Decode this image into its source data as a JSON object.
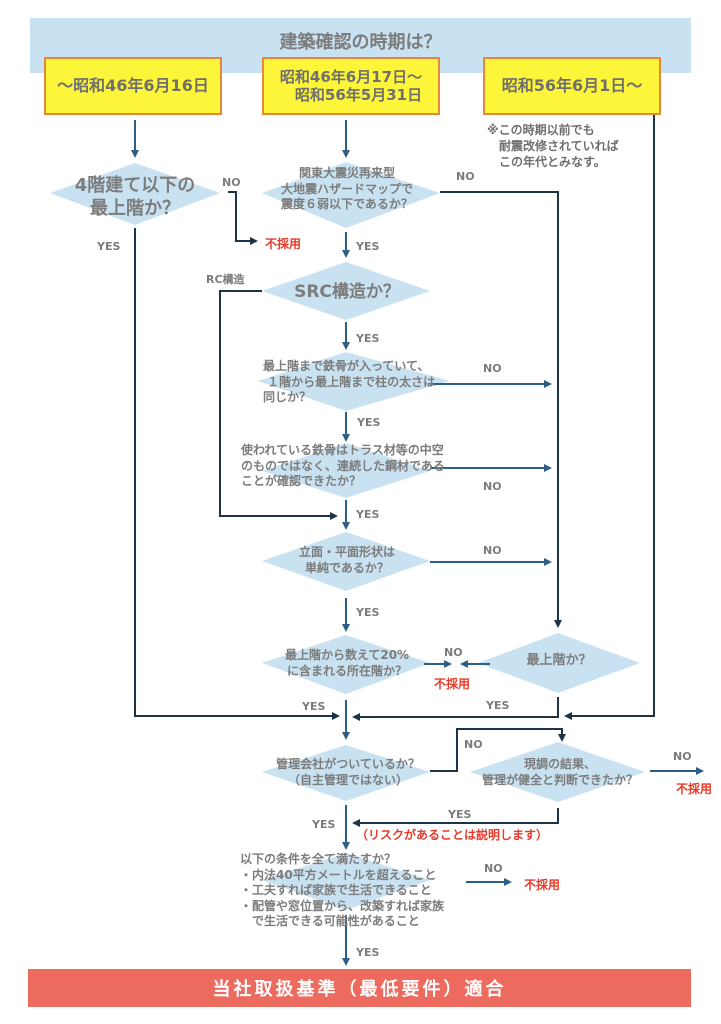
{
  "header": {
    "title": "建築確認の時期は？"
  },
  "eras": [
    {
      "label": "〜昭和46年6月16日"
    },
    {
      "label": "昭和46年6月17日〜\n　昭和56年5月31日"
    },
    {
      "label": "昭和56年6月1日〜"
    }
  ],
  "note": "※この時期以前でも\n　耐震改修されていれば\n　この年代とみなす。",
  "questions": {
    "q_floor4": "4階建て以下の\n最上階か？",
    "q_quake": "関東大震災再来型\n大地震ハザードマップで\n震度６弱以下であるか？",
    "q_src": "SRC構造か？",
    "q_steel_top": "最上階まで鉄骨が入っていて、\n １階から最上階まで柱の太さは\n同じか？",
    "q_steel_cont": "使われている鉄骨はトラス材等の中空\nのものではなく、連続した鋼材である\nことが確認できたか？",
    "q_shape": "立面・平面形状は\n単純であるか？",
    "q_top20": "最上階から数えて20%\nに含まれる所在階か？",
    "q_topfloor": "最上階か？",
    "q_mgmt": "管理会社がついているか？\n（自主管理ではない）",
    "q_survey": "現調の結果、\n管理が健全と判断できたか？",
    "q_conditions": "以下の条件を全て満たすか？\n・内法40平方メートルを超えること\n・工夫すれば家族で生活できること\n・配管や窓位置から、改築すれば家族\n　で生活できる可能性があること"
  },
  "labels": {
    "yes": "YES",
    "no": "NO",
    "rc": "RC構造",
    "reject": "不採用",
    "risk_note": "（リスクがあることは説明します）"
  },
  "final": "当社取扱基準（最低要件）適合",
  "colors": {
    "header_band": "#c9e2f2",
    "era_fill": "#fdf53a",
    "era_border": "#e9863e",
    "diamond": "#c9e2f2",
    "arrow": "#2d5f86",
    "line_dark": "#1c3348",
    "reject": "#e53b2a",
    "final": "#ed6a5e"
  }
}
